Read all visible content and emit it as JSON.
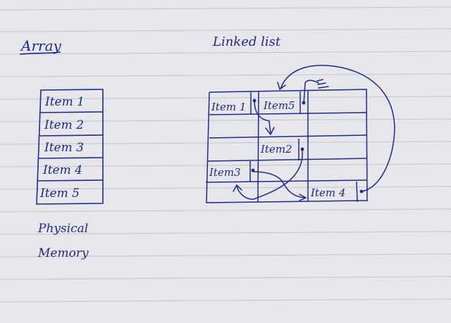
{
  "titles": {
    "array": "Array",
    "linked_list": "Linked list"
  },
  "array_items": [
    "Item 1",
    "Item 2",
    "Item 3",
    "Item 4",
    "Item 5"
  ],
  "memory_label": {
    "line1": "Physical",
    "line2": "Memory"
  },
  "linked_nodes": {
    "item1": "Item 1",
    "item5": "Item5",
    "item2": "Item2",
    "item3": "Item3",
    "item4": "Item 4"
  },
  "colors": {
    "ink": "#1f2a8a",
    "paper": "#e9e8ec",
    "ruling": "#c9cad3"
  }
}
